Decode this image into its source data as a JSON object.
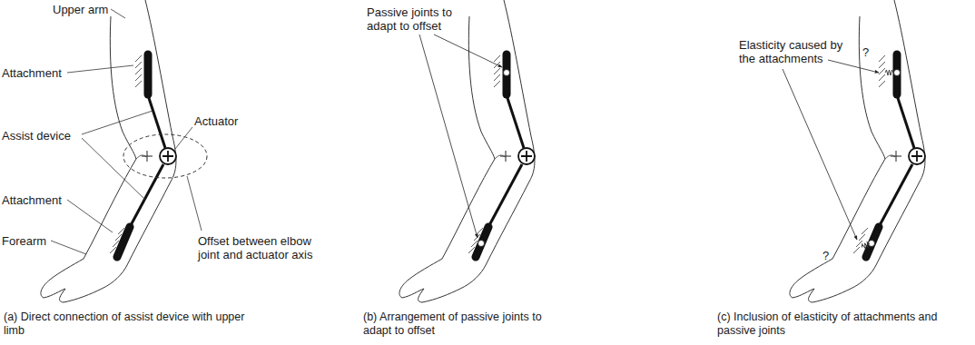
{
  "diagram": {
    "labels": [
      "Upper arm",
      "Attachment",
      "Assist device",
      "Actuator",
      "Attachment",
      "Forearm",
      "Offset between elbow joint and actuator axis",
      "(a) Direct connection of assist device with upper limb",
      "Passive joints to adapt to offset",
      "(b) Arrangement of passive joints to adapt to offset",
      "Elasticity caused by the attachments",
      "?",
      "?",
      "(c) Inclusion of elasticity of attachments and passive joints"
    ]
  }
}
